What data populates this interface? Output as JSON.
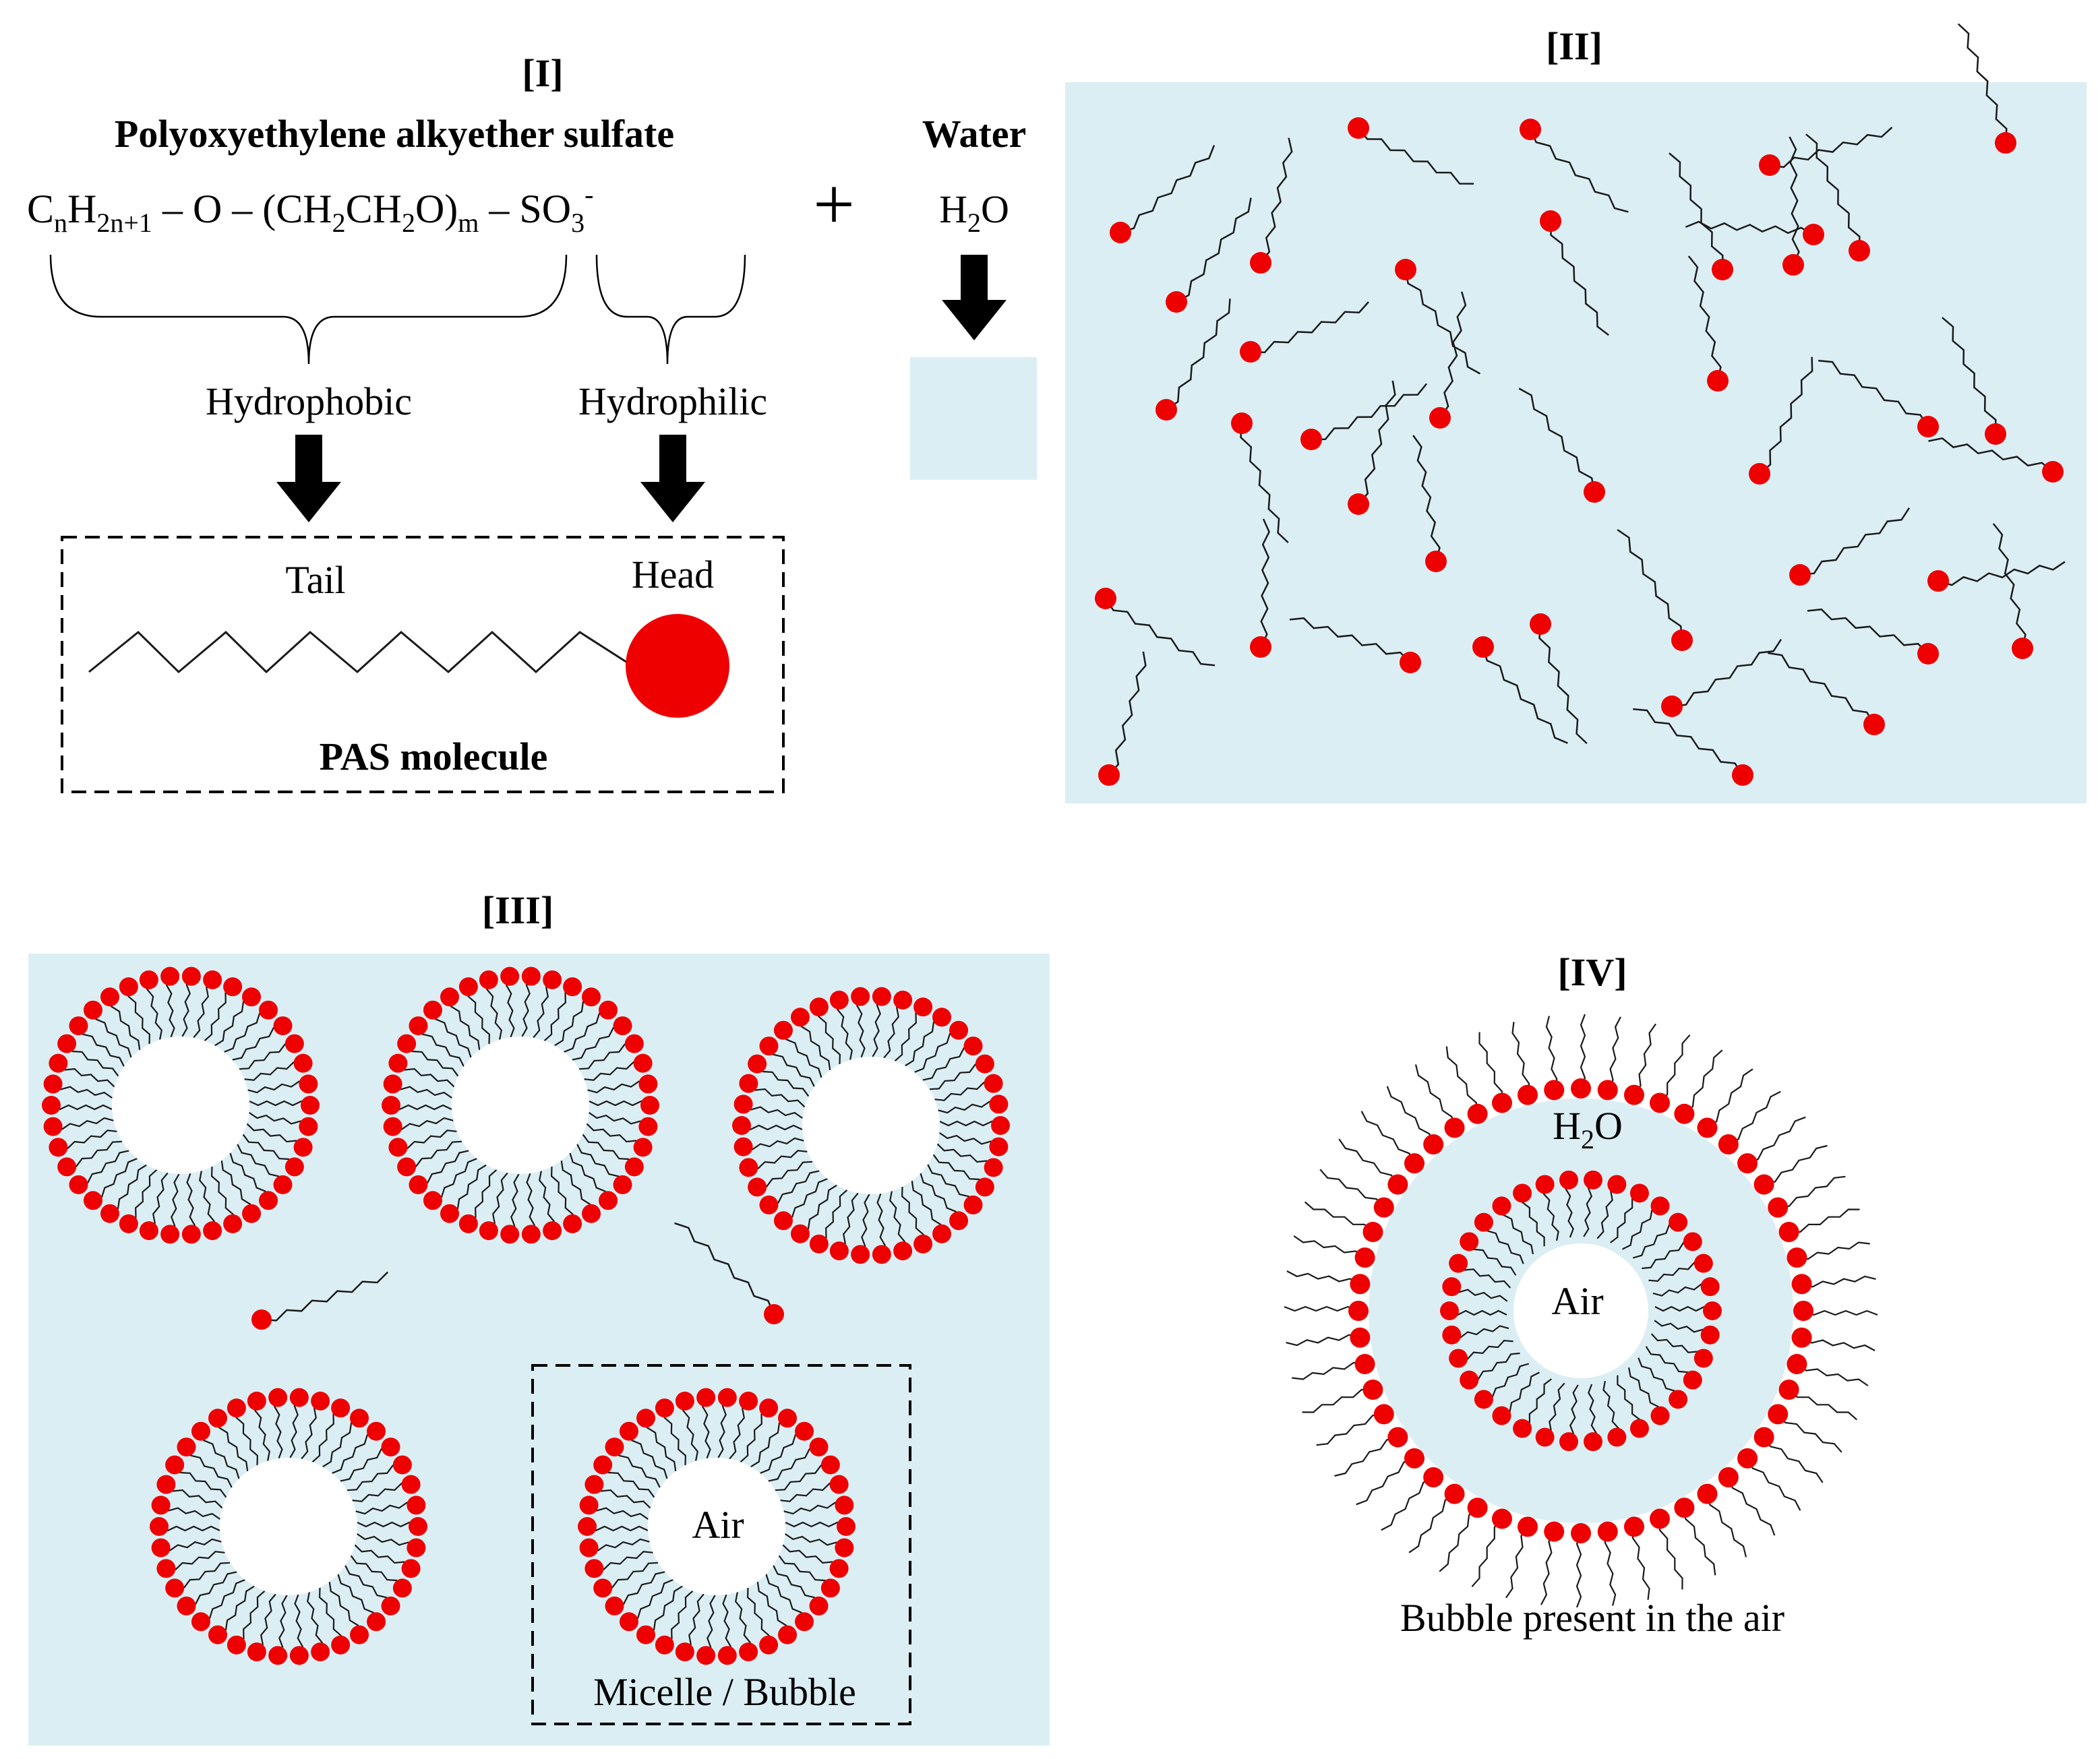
{
  "panel_I": {
    "label": "[I]",
    "compound_name": "Polyoxyethylene alkyether sulfate",
    "formula": {
      "C": "C",
      "n1": "n",
      "H": "H",
      "n2": "2n+1",
      "mid": " – O – (CH",
      "s2a": "2",
      "CH": "CH",
      "s2b": "2",
      "O": "O)",
      "m": "m",
      "so": " – SO",
      "s3": "3",
      "minus": "-"
    },
    "hydrophobic_label": "Hydrophobic",
    "hydrophilic_label": "Hydrophilic",
    "tail_label": "Tail",
    "head_label": "Head",
    "box_caption": "PAS molecule"
  },
  "plus_sign": "+",
  "water": {
    "title": "Water",
    "H": "H",
    "sub": "2",
    "O": "O"
  },
  "panel_II": {
    "label": "[II]"
  },
  "panel_III": {
    "label": "[III]",
    "air_label": "Air",
    "box_caption": "Micelle / Bubble"
  },
  "panel_IV": {
    "label": "[IV]",
    "H": "H",
    "sub": "2",
    "O": "O",
    "air_label": "Air",
    "caption": "Bubble present in the air"
  },
  "colors": {
    "head": "#ee0000",
    "water": "#dbeef4",
    "tail": "#1a1a1a"
  }
}
